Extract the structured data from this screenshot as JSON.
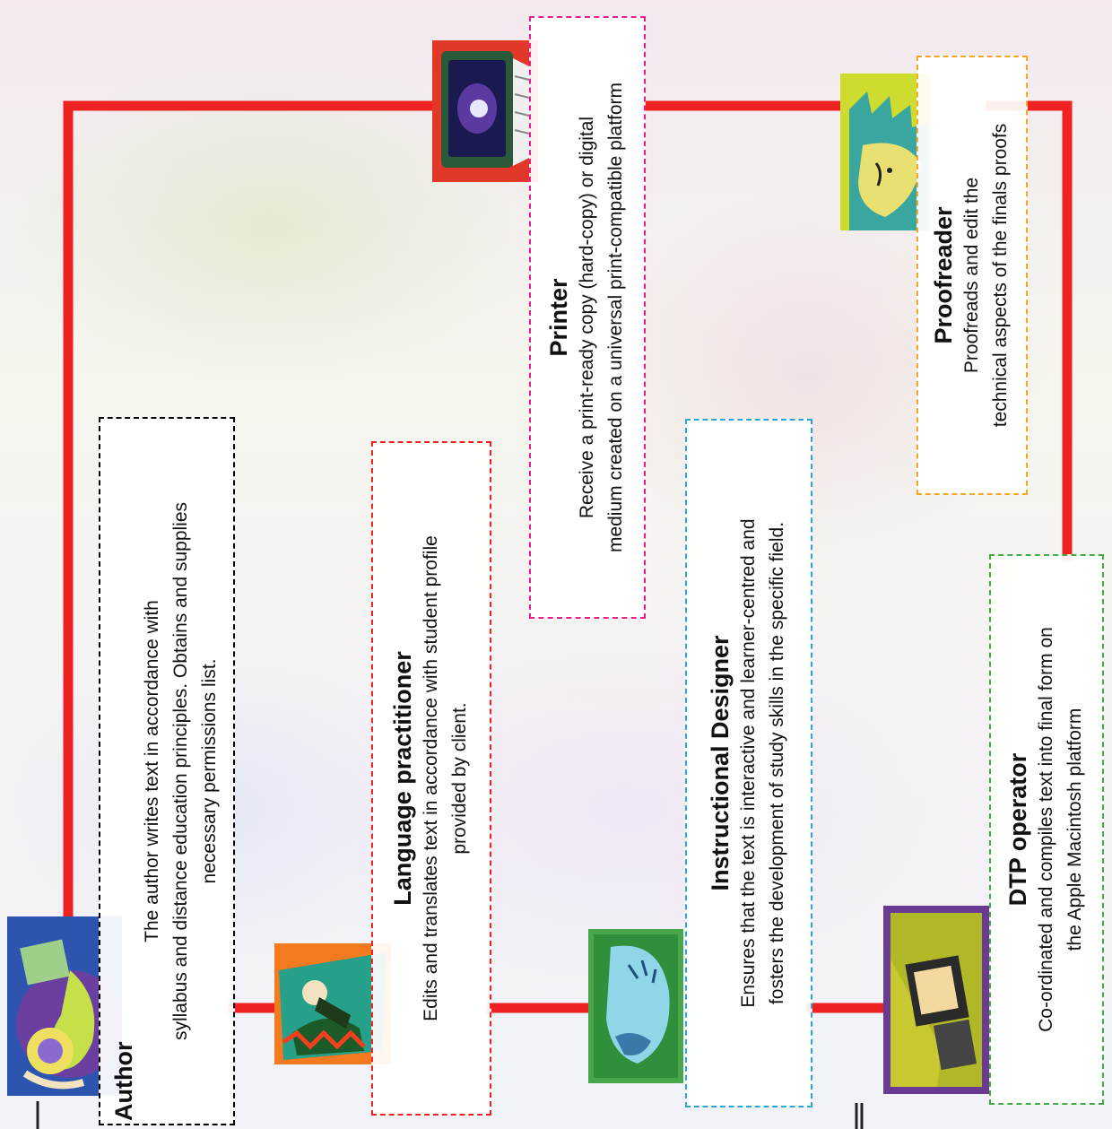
{
  "roles": {
    "author": {
      "title": "Author",
      "line1": "The author writes text in accordance with",
      "line2": "syllabus and distance education principles. Obtains and supplies",
      "line3": "necessary permissions list."
    },
    "language_practitioner": {
      "title": "Language practitioner",
      "line1": "Edits and translates text in accordance with student profile",
      "line2": "provided by client."
    },
    "instructional_designer": {
      "title": "Instructional Designer",
      "line1": "Ensures that the text is interactive and learner-centred and",
      "line2": "fosters the development of study skills in the specific field."
    },
    "dtp_operator": {
      "title": "DTP operator",
      "line1": "Co-ordinated and compiles text into final form on",
      "line2": "the Apple Macintosh platform"
    },
    "printer": {
      "title": "Printer",
      "line1": "Receive a print-ready copy (hard-copy) or digital",
      "line2": "medium created on a universal print-compatible platform"
    },
    "proofreader": {
      "title": "Proofreader",
      "line1": "Proofreads and edit the",
      "line2": "technical aspects of the finals proofs"
    }
  },
  "colors": {
    "connector": "#ee2222",
    "author_border": "#000000",
    "language_border": "#ee2222",
    "designer_border": "#2aa7d8",
    "dtp_border": "#3fae3f",
    "printer_border": "#ee1a8c",
    "proofreader_border": "#f5a623"
  },
  "icons": {
    "author": "person-writing-icon",
    "language_practitioner": "person-running-icon",
    "instructional_designer": "person-thinking-icon",
    "dtp_operator": "laptop-icon",
    "printer": "computer-monitor-icon",
    "proofreader": "face-profile-icon"
  }
}
